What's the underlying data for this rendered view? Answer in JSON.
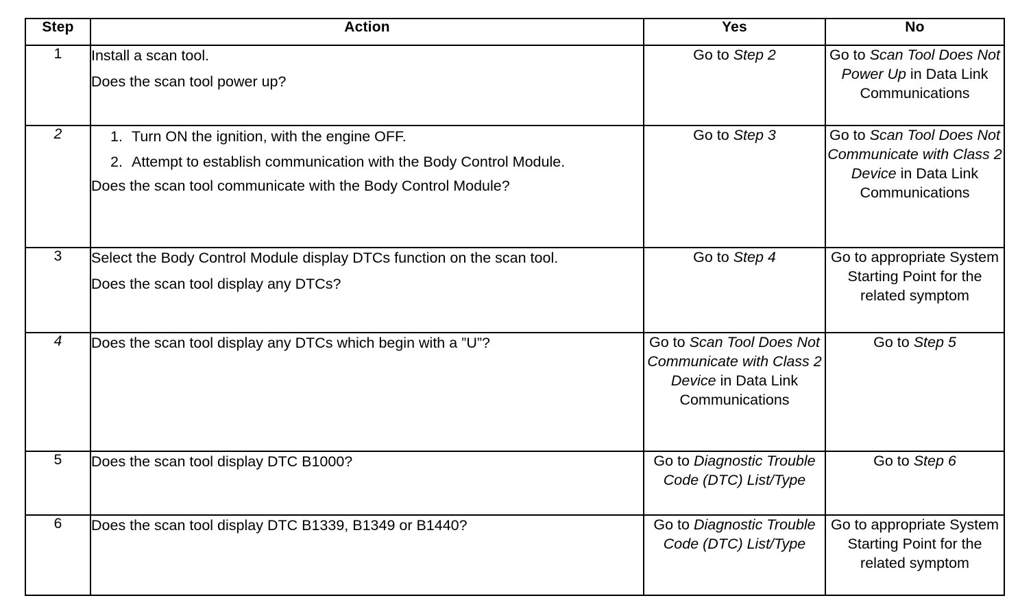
{
  "table": {
    "headers": {
      "step": "Step",
      "action": "Action",
      "yes": "Yes",
      "no": "No"
    },
    "rows": [
      {
        "step": "1",
        "step_italic": false,
        "action_lines": [
          "Install a scan tool.",
          "Does the scan tool power up?"
        ],
        "action_numbered": [],
        "yes": {
          "align": "bottom",
          "segments": [
            {
              "text": "Go to ",
              "italic": false
            },
            {
              "text": "Step 2",
              "italic": true
            }
          ]
        },
        "no": {
          "align": "top",
          "segments": [
            {
              "text": "Go to ",
              "italic": false
            },
            {
              "text": "Scan Tool Does Not Power Up",
              "italic": true
            },
            {
              "text": " in Data Link Communications",
              "italic": false
            }
          ]
        }
      },
      {
        "step": "2",
        "step_italic": true,
        "action_numbered": [
          {
            "num": "1.",
            "text": "Turn ON the ignition, with the engine OFF."
          },
          {
            "num": "2.",
            "text": "Attempt to establish communication with the Body Control Module."
          }
        ],
        "action_lines": [
          "Does the scan tool communicate with the Body Control Module?"
        ],
        "yes": {
          "align": "bottom",
          "segments": [
            {
              "text": "Go to ",
              "italic": false
            },
            {
              "text": "Step 3",
              "italic": true
            }
          ]
        },
        "no": {
          "align": "top",
          "segments": [
            {
              "text": "Go to ",
              "italic": false
            },
            {
              "text": "Scan Tool Does Not Communicate with Class 2 Device",
              "italic": true
            },
            {
              "text": " in Data Link Communications",
              "italic": false
            }
          ]
        }
      },
      {
        "step": "3",
        "step_italic": false,
        "action_numbered": [],
        "action_lines": [
          "Select the Body Control Module display DTCs function on the scan tool.",
          "Does the scan tool display any DTCs?"
        ],
        "yes": {
          "align": "bottom",
          "segments": [
            {
              "text": "Go to ",
              "italic": false
            },
            {
              "text": "Step 4",
              "italic": true
            }
          ]
        },
        "no": {
          "align": "top",
          "segments": [
            {
              "text": "Go to appropriate System Starting Point for the related symptom",
              "italic": false
            }
          ]
        }
      },
      {
        "step": "4",
        "step_italic": true,
        "action_numbered": [],
        "action_lines": [
          "Does the scan tool display any DTCs which begin with a ”U”?"
        ],
        "yes": {
          "align": "top",
          "segments": [
            {
              "text": "Go to ",
              "italic": false
            },
            {
              "text": "Scan Tool Does Not Communicate with Class 2 Device",
              "italic": true
            },
            {
              "text": " in Data Link Communications",
              "italic": false
            }
          ]
        },
        "no": {
          "align": "bottom",
          "segments": [
            {
              "text": "Go to ",
              "italic": false
            },
            {
              "text": "Step 5",
              "italic": true
            }
          ]
        }
      },
      {
        "step": "5",
        "step_italic": false,
        "action_numbered": [],
        "action_lines": [
          "Does the scan tool display DTC B1000?"
        ],
        "yes": {
          "align": "top",
          "segments": [
            {
              "text": "Go to ",
              "italic": false
            },
            {
              "text": "Diagnostic Trouble Code (DTC) List/Type",
              "italic": true
            }
          ]
        },
        "no": {
          "align": "bottom",
          "segments": [
            {
              "text": "Go to ",
              "italic": false
            },
            {
              "text": "Step 6",
              "italic": true
            }
          ]
        }
      },
      {
        "step": "6",
        "step_italic": false,
        "action_numbered": [],
        "action_lines": [
          "Does the scan tool display DTC B1339, B1349 or B1440?"
        ],
        "yes": {
          "align": "bottom",
          "segments": [
            {
              "text": "Go to ",
              "italic": false
            },
            {
              "text": "Diagnostic Trouble Code (DTC) List/Type",
              "italic": true
            }
          ]
        },
        "no": {
          "align": "bottom",
          "segments": [
            {
              "text": "Go to appropriate System Starting Point for the related symptom",
              "italic": false
            }
          ]
        }
      }
    ]
  }
}
